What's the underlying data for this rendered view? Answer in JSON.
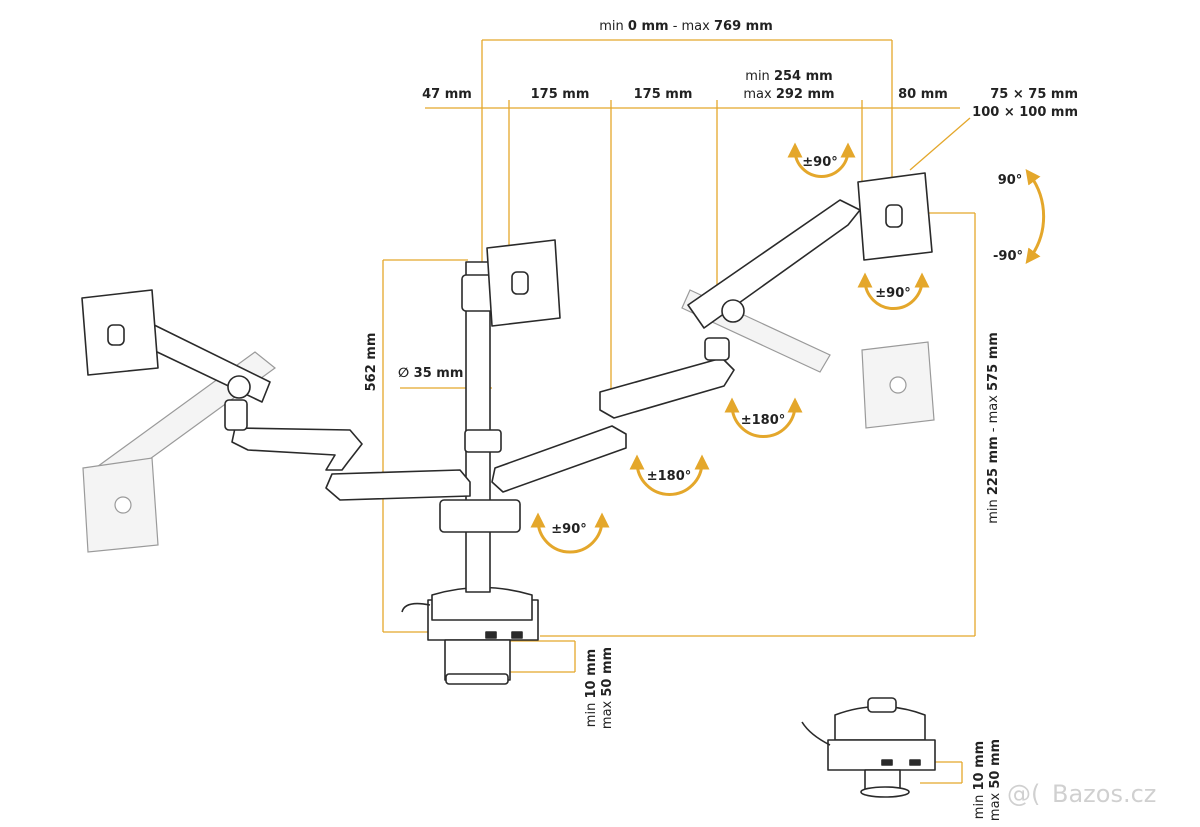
{
  "dimensions": {
    "span": {
      "a": "min ",
      "b": "0 mm",
      "c": " - max ",
      "d": "769 mm"
    },
    "offset_47": "47 mm",
    "arm_175_a": "175 mm",
    "arm_175_b": "175 mm",
    "arm_ext": {
      "min_pre": "min ",
      "min_val": "254 mm",
      "max_pre": "max ",
      "max_val": "292 mm"
    },
    "offset_80": "80 mm",
    "vesa": {
      "line1": "75 × 75 mm",
      "line2": "100 × 100 mm"
    },
    "pole_height": "562 mm",
    "pole_diameter": "∅ 35 mm",
    "height_range": {
      "a": "min ",
      "b": "225 mm",
      "c": " - max ",
      "d": "575 mm"
    },
    "clamp_main": {
      "min_pre": "min ",
      "min_val": "10 mm",
      "max_pre": "max ",
      "max_val": "50 mm"
    },
    "clamp_small": {
      "min_pre": "min ",
      "min_val": "10 mm",
      "max_pre": "max ",
      "max_val": "50 mm"
    }
  },
  "rotations": {
    "tilt_top": "90°",
    "tilt_bottom": "-90°",
    "swivel_head_top": "±90°",
    "swivel_head_right": "±90°",
    "arm_right": "±180°",
    "arm_center": "±180°",
    "base": "±90°"
  },
  "watermark": "Bazos.cz",
  "colors": {
    "accent": "#e4a72b",
    "line": "#2a2a2a"
  }
}
